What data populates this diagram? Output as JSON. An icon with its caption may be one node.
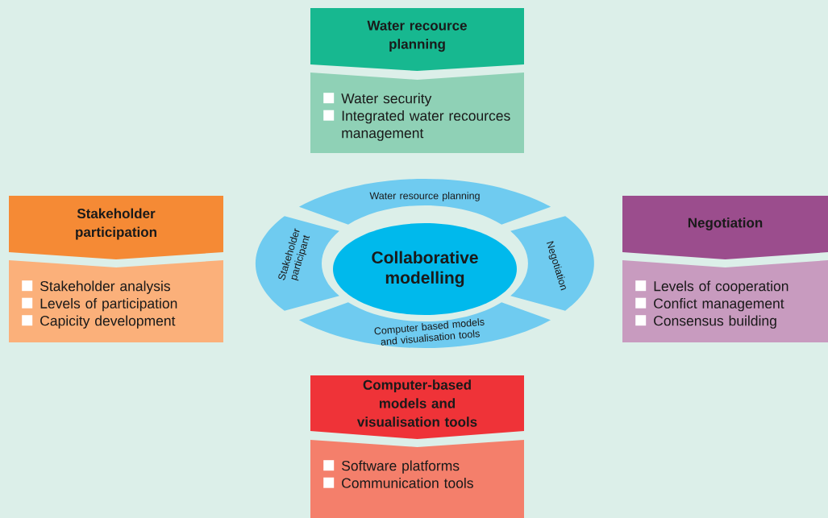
{
  "diagram": {
    "nodes": [
      {
        "text": [
          "Water recource planning"
        ]
      },
      {
        "text": [
          "Water security",
          "Integrated water recources management"
        ]
      },
      {
        "text": [
          "Stakeholder participation"
        ]
      },
      {
        "text": [
          "Stakeholder analysis",
          "Levels of participation",
          "Capicity development"
        ]
      },
      {
        "text": [
          "Water resource planning"
        ]
      },
      {
        "text": [
          "Stakeholder participant"
        ]
      },
      {
        "text": [
          "Collaborative modelling"
        ]
      },
      {
        "text": [
          "Negotiation"
        ]
      },
      {
        "text": [
          "Negotiation"
        ]
      },
      {
        "text": [
          "Levels of cooperation",
          "Confict management",
          "Consensus building"
        ]
      },
      {
        "text": [
          "Computer based models and visualisation tools"
        ]
      },
      {
        "text": [
          "Computer-based models and visualisation tools"
        ]
      },
      {
        "text": [
          "Software platforms",
          "Communication tools"
        ]
      }
    ]
  }
}
